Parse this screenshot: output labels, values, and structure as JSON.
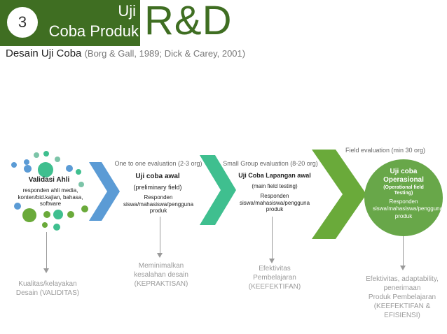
{
  "header": {
    "number": "3",
    "line1": "Uji",
    "line2": "Coba Produk",
    "big_title": "R&D"
  },
  "title": {
    "main": "Desain Uji Coba",
    "reference": "(Borg & Gall, 1989; Dick & Carey, 2001)"
  },
  "stage1": {
    "heading": "Validasi Ahli",
    "desc": "responden ahli media, konten/bid.kajian, bahasa, software",
    "outcome": "Kualitas/kelayakan Desain (VALIDITAS)"
  },
  "stage2": {
    "label": "One to one evaluation (2-3 org)",
    "heading": "Uji coba awal",
    "sub": "(preliminary  field)",
    "desc": "Responden siswa/mahasiswa/pengguna produk",
    "outcome": "Meminimalkan kesalahan desain (KEPRAKTISAN)"
  },
  "stage3": {
    "label": "Small Group evaluation (8-20 org)",
    "heading": "Uji Coba Lapangan awal",
    "sub": "(main field testing)",
    "desc": "Responden siswa/mahasiswa/pengguna produk",
    "outcome": "Efektivitas Pembelajaran (KEEFEKTIFAN)"
  },
  "stage4": {
    "label": "Field evaluation (min 30 org)",
    "heading": "Uji coba Operasional",
    "sub": "(Operational field Testing)",
    "desc": "Responden siswa/mahasiswa/pengguna produk",
    "outcome_line1": "Efektivitas, adaptability, penerimaan",
    "outcome_line2": "Produk Pembelajaran",
    "outcome_line3": "(KEEFEKTIFAN & EFISIENSI)"
  },
  "colors": {
    "header_green": "#3f6e22",
    "blue": "#5b9bd5",
    "teal": "#3fbf8f",
    "green": "#6aaa3a",
    "grey": "#9a9a9a"
  }
}
